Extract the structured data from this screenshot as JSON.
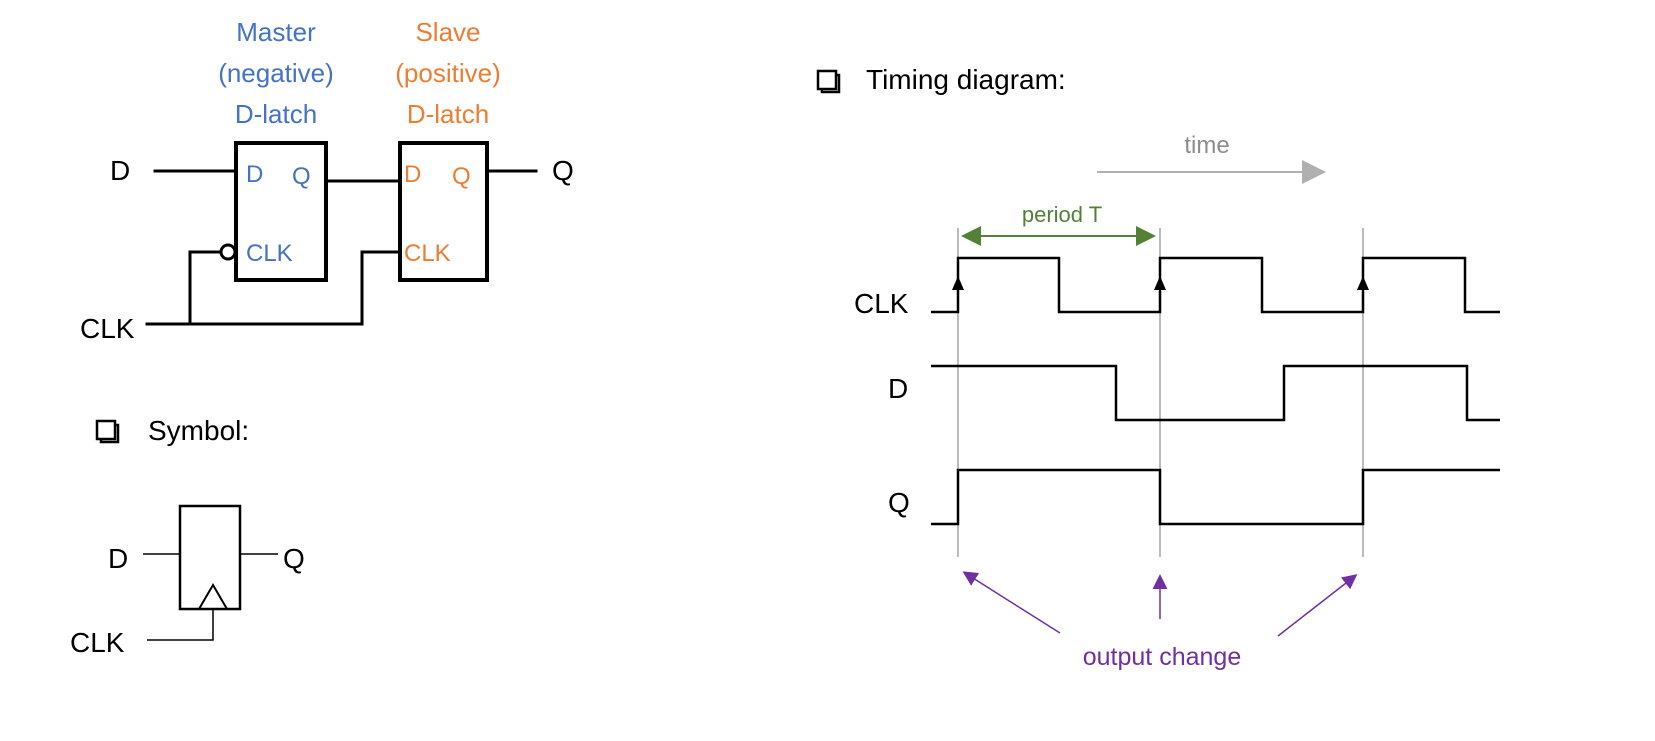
{
  "circuit": {
    "master_title": [
      "Master",
      "(negative)",
      "D-latch"
    ],
    "slave_title": [
      "Slave",
      "(positive)",
      "D-latch"
    ],
    "input_d": "D",
    "input_clk": "CLK",
    "output_q": "Q",
    "master_pins": {
      "d": "D",
      "q": "Q",
      "clk": "CLK"
    },
    "slave_pins": {
      "d": "D",
      "q": "Q",
      "clk": "CLK"
    },
    "master_color": "#4472C4",
    "slave_color": "#ED7D31"
  },
  "symbol": {
    "heading": "Symbol:",
    "input_d": "D",
    "output_q": "Q",
    "input_clk": "CLK"
  },
  "timing": {
    "heading": "Timing diagram:",
    "time_label": "time",
    "period_label": "period T",
    "signals": [
      "CLK",
      "D",
      "Q"
    ],
    "output_label": "output change",
    "period_color": "#548235",
    "annotation_color": "#7030A0"
  }
}
